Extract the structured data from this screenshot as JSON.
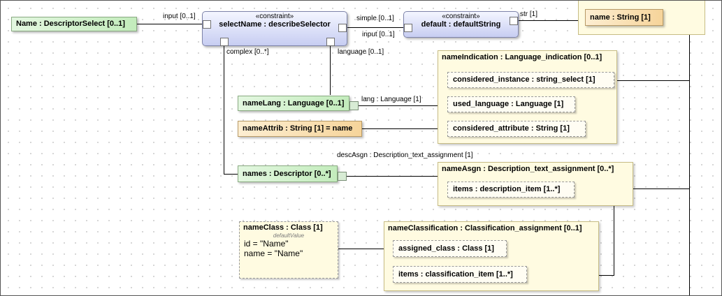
{
  "parts": {
    "name_select": "Name : DescriptorSelect [0..1]",
    "select_name": {
      "stereotype": "«constraint»",
      "name": "selectName : describeSelector"
    },
    "default_name": {
      "stereotype": "«constraint»",
      "name": "default : defaultString"
    },
    "name_string": "name : String [1]",
    "name_lang": "nameLang : Language [0..1]",
    "name_attrib": "nameAttrib : String [1] = name",
    "names": "names : Descriptor [0..*]",
    "name_class": {
      "title": "nameClass : Class [1]",
      "default_label": "defaultValue",
      "values": [
        "id = \"Name\"",
        "name = \"Name\""
      ]
    },
    "name_indication": {
      "title": "nameIndication : Language_indication [0..1]",
      "items": [
        "considered_instance : string_select [1]",
        "used_language : Language [1]",
        "considered_attribute : String [1]"
      ]
    },
    "name_asgn": {
      "title": "nameAsgn : Description_text_assignment [0..*]",
      "items": [
        "items : description_item [1..*]"
      ]
    },
    "name_classification": {
      "title": "nameClassification : Classification_assignment [0..1]",
      "items": [
        "assigned_class : Class [1]",
        "items : classification_item [1..*]"
      ]
    }
  },
  "connector_labels": {
    "input_top": "input [0..1]",
    "simple": "simple [0..1]",
    "input_default": "input [0..1]",
    "str": "str [1]",
    "complex": "complex [0..*]",
    "language": "language [0..1]",
    "lang": "lang : Language [1]",
    "desc_asgn": "descAsgn : Description_text_assignment [1]"
  }
}
